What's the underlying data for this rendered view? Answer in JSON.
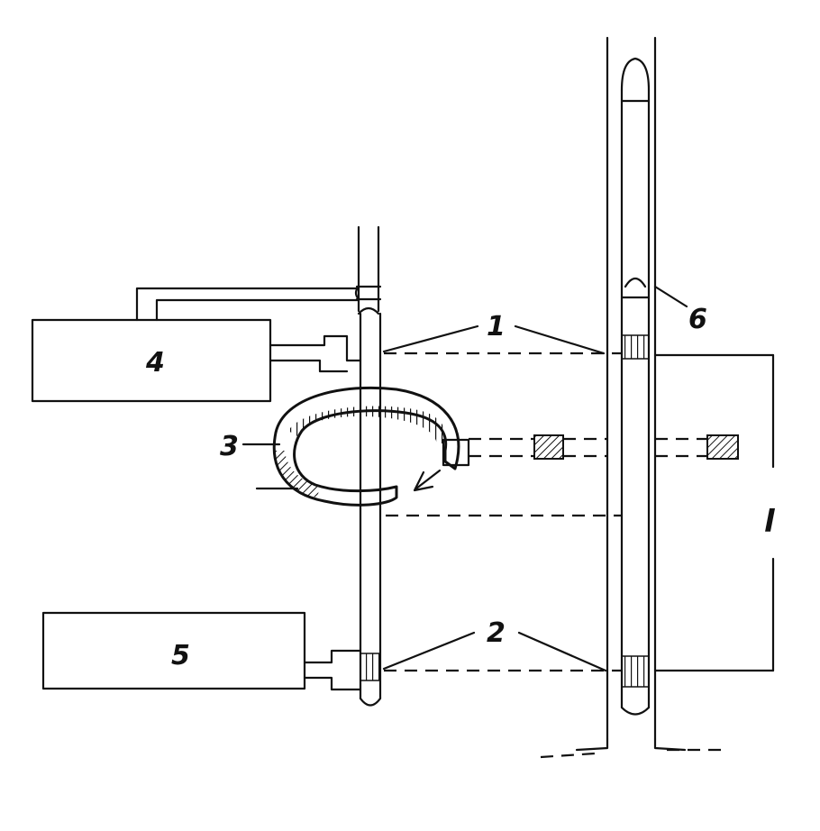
{
  "labels": {
    "one": "1",
    "two": "2",
    "three": "3",
    "four": "4",
    "five": "5",
    "six": "6",
    "dimension": "l"
  }
}
